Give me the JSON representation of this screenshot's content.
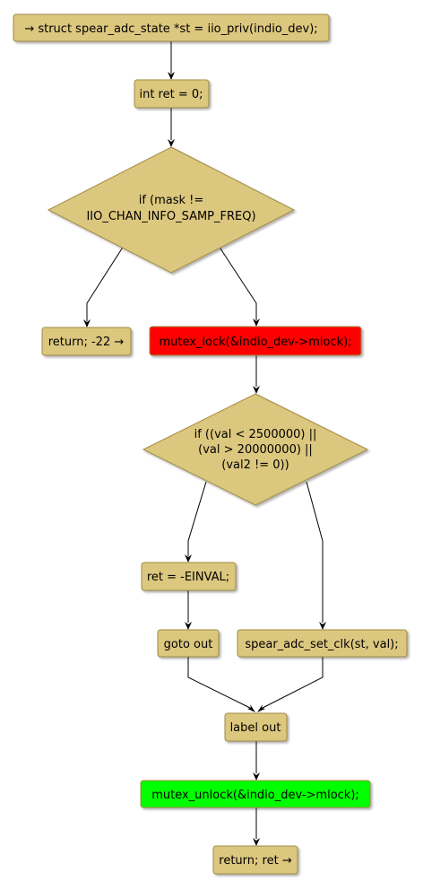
{
  "colors": {
    "node_fill": "#dcc77e",
    "node_stroke": "#a18b45",
    "lock_fill": "#ff0000",
    "unlock_fill": "#00ff00",
    "edge": "#000000"
  },
  "nodes": {
    "start": {
      "text": "→ struct spear_adc_state *st = iio_priv(indio_dev);"
    },
    "int_ret": {
      "text": "int ret = 0;"
    },
    "if_mask": {
      "lines": [
        "if (mask !=",
        "IIO_CHAN_INFO_SAMP_FREQ)"
      ]
    },
    "return_22": {
      "text": "return; -22 →"
    },
    "mutex_lock": {
      "text": "mutex_lock(&indio_dev->mlock);"
    },
    "if_val": {
      "lines": [
        "if ((val < 2500000) ||",
        "(val > 20000000) ||",
        "(val2 != 0))"
      ]
    },
    "ret_einval": {
      "text": "ret = -EINVAL;"
    },
    "goto_out": {
      "text": "goto out"
    },
    "set_clk": {
      "text": "spear_adc_set_clk(st, val);"
    },
    "label_out": {
      "text": "label out"
    },
    "mutex_unlock": {
      "text": "mutex_unlock(&indio_dev->mlock);"
    },
    "return_ret": {
      "text": "return; ret →"
    }
  }
}
